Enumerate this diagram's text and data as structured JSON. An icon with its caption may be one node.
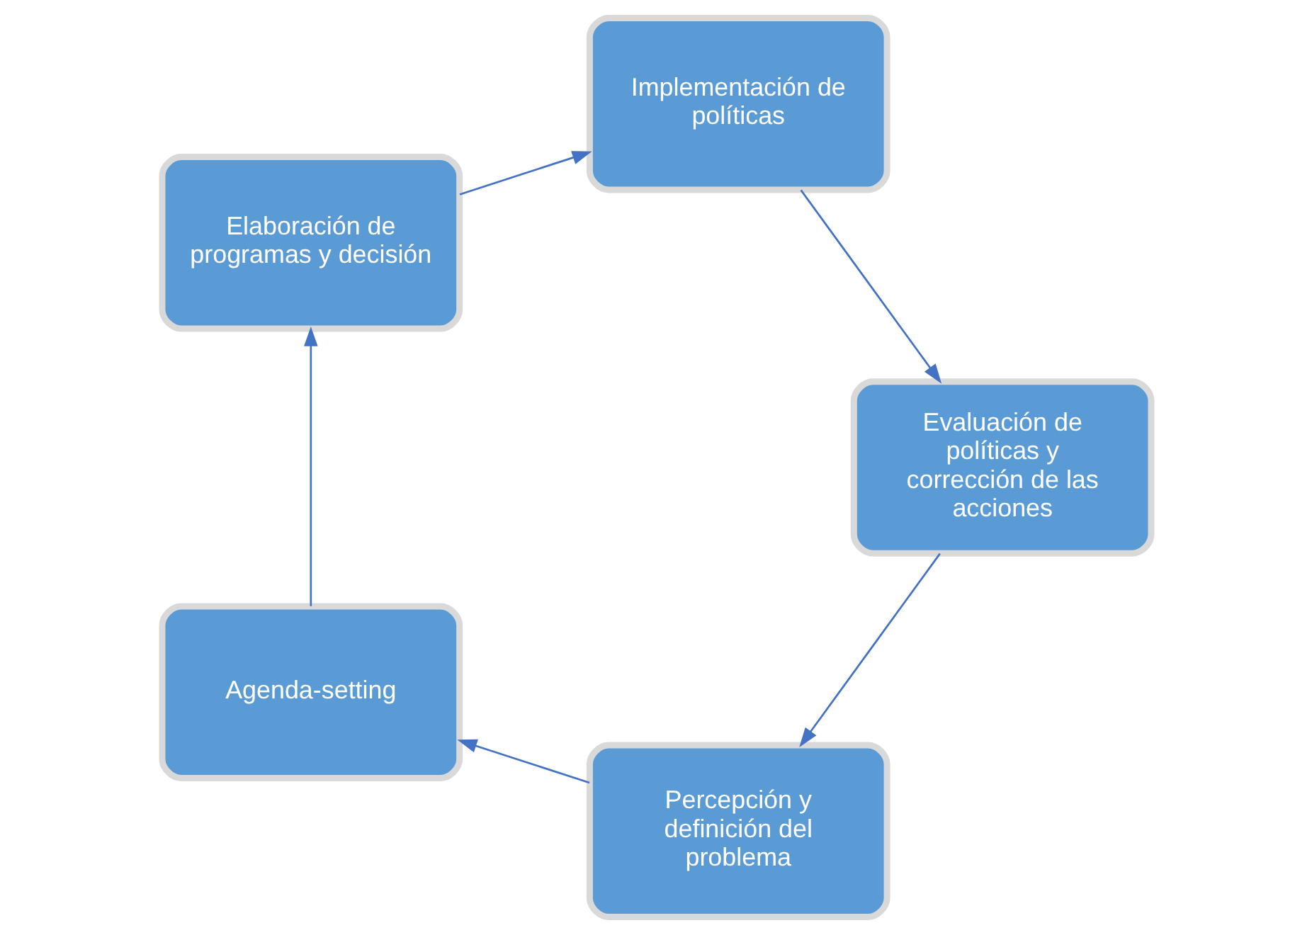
{
  "diagram": {
    "nodes": [
      {
        "text": [
          "Percepción y definición del problema"
        ]
      },
      {
        "text": [
          "Agenda-setting"
        ]
      },
      {
        "text": [
          "Elaboración de programas y decisión"
        ]
      },
      {
        "text": [
          "Implementación de políticas"
        ]
      },
      {
        "text": [
          "Evaluación de políticas y corrección de las acciones"
        ]
      }
    ],
    "edges": [
      {
        "from": 0,
        "to": 1,
        "arrow": "to"
      },
      {
        "from": 1,
        "to": 2,
        "arrow": "to"
      },
      {
        "from": 2,
        "to": 3,
        "arrow": "to"
      },
      {
        "from": 3,
        "to": 4,
        "arrow": "to"
      },
      {
        "from": 4,
        "to": 0,
        "arrow": "to"
      }
    ]
  }
}
